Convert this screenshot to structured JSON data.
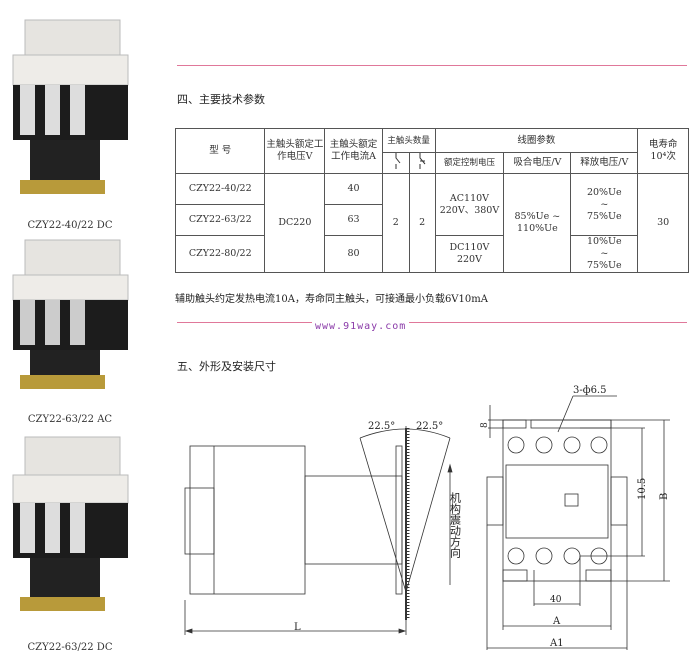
{
  "photos": [
    {
      "caption": "CZY22-40/22  DC"
    },
    {
      "caption": "CZY22-63/22  AC"
    },
    {
      "caption": "CZY22-63/22  DC"
    }
  ],
  "section4": {
    "title": "四、主要技术参数"
  },
  "table": {
    "h_model": "型  号",
    "h_voltage": "主触头额定工作电压V",
    "h_current": "主触头额定工作电流A",
    "h_count": "主触头数量",
    "h_coil": "线圈参数",
    "h_life": "电寿命",
    "h_life_unit": "10⁴次",
    "h_ctrl": "额定控制电压",
    "h_pull": "吸合电压/V",
    "h_release": "释放电压/V",
    "rows": [
      {
        "model": "CZY22-40/22",
        "current": "40"
      },
      {
        "model": "CZY22-63/22",
        "current": "63"
      },
      {
        "model": "CZY22-80/22",
        "current": "80"
      }
    ],
    "voltage": "DC220",
    "no_count": "2",
    "nc_count": "2",
    "ctrl_ac": "AC110V 220V、380V",
    "ctrl_dc": "DC110V 220V",
    "pull": "85%Ue ~ 110%Ue",
    "release_ac": "20%Ue ~ 75%Ue",
    "release_dc": "10%Ue ~ 75%Ue",
    "life": "30"
  },
  "note": "辅助触头约定发热电流10A，寿命同主触头，可接通最小负载6V10mA",
  "url": "www.91way.com",
  "section5": {
    "title": "五、外形及安装尺寸"
  },
  "drawing": {
    "angle_left": "22.5°",
    "angle_right": "22.5°",
    "vib": "机构震动方向",
    "L": "L",
    "holes": "3-ф6.5",
    "d8": "8",
    "d105": "10.5",
    "B": "B",
    "d40": "40",
    "A": "A",
    "A1": "A1"
  }
}
